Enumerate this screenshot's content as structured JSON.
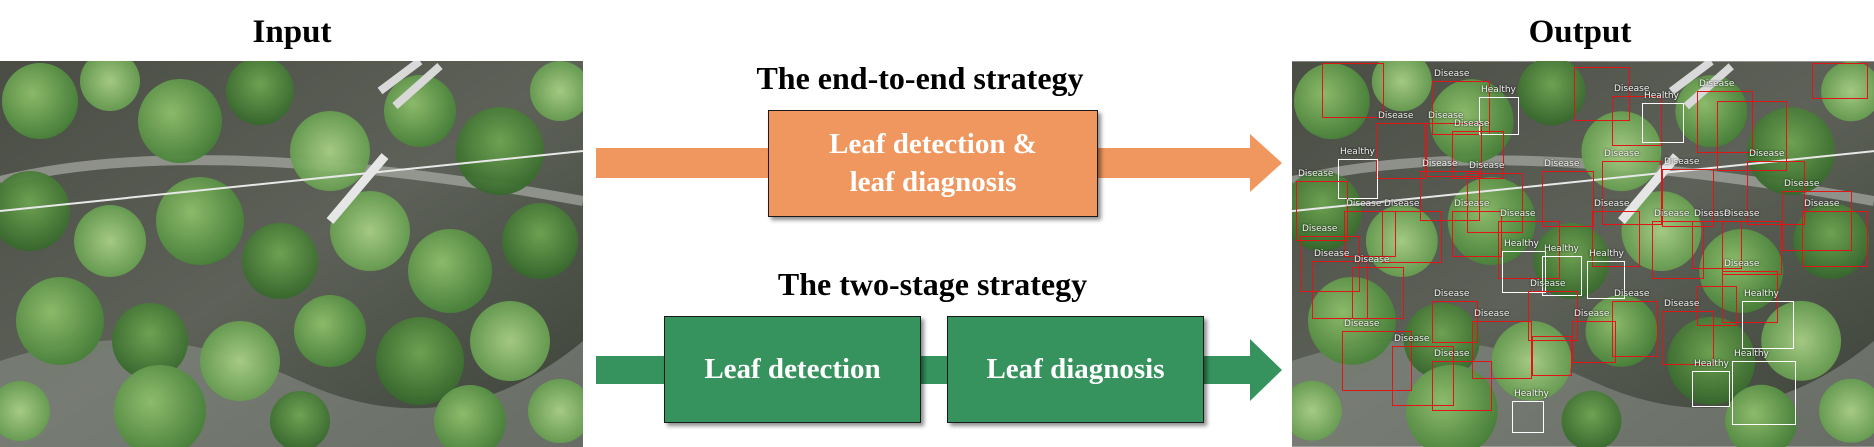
{
  "titles": {
    "input": "Input",
    "output": "Output"
  },
  "strategies": {
    "end_to_end": {
      "title": "The end-to-end strategy",
      "box_lines": [
        "Leaf detection &",
        "leaf diagnosis"
      ],
      "color": "#f0975f"
    },
    "two_stage": {
      "title": "The two-stage strategy",
      "box1": "Leaf detection",
      "box2": "Leaf diagnosis",
      "color": "#36935e"
    }
  },
  "detection_classes": {
    "disease": {
      "label": "Disease",
      "color": "#e01515"
    },
    "healthy": {
      "label": "Healthy",
      "color": "#ffffff"
    }
  }
}
